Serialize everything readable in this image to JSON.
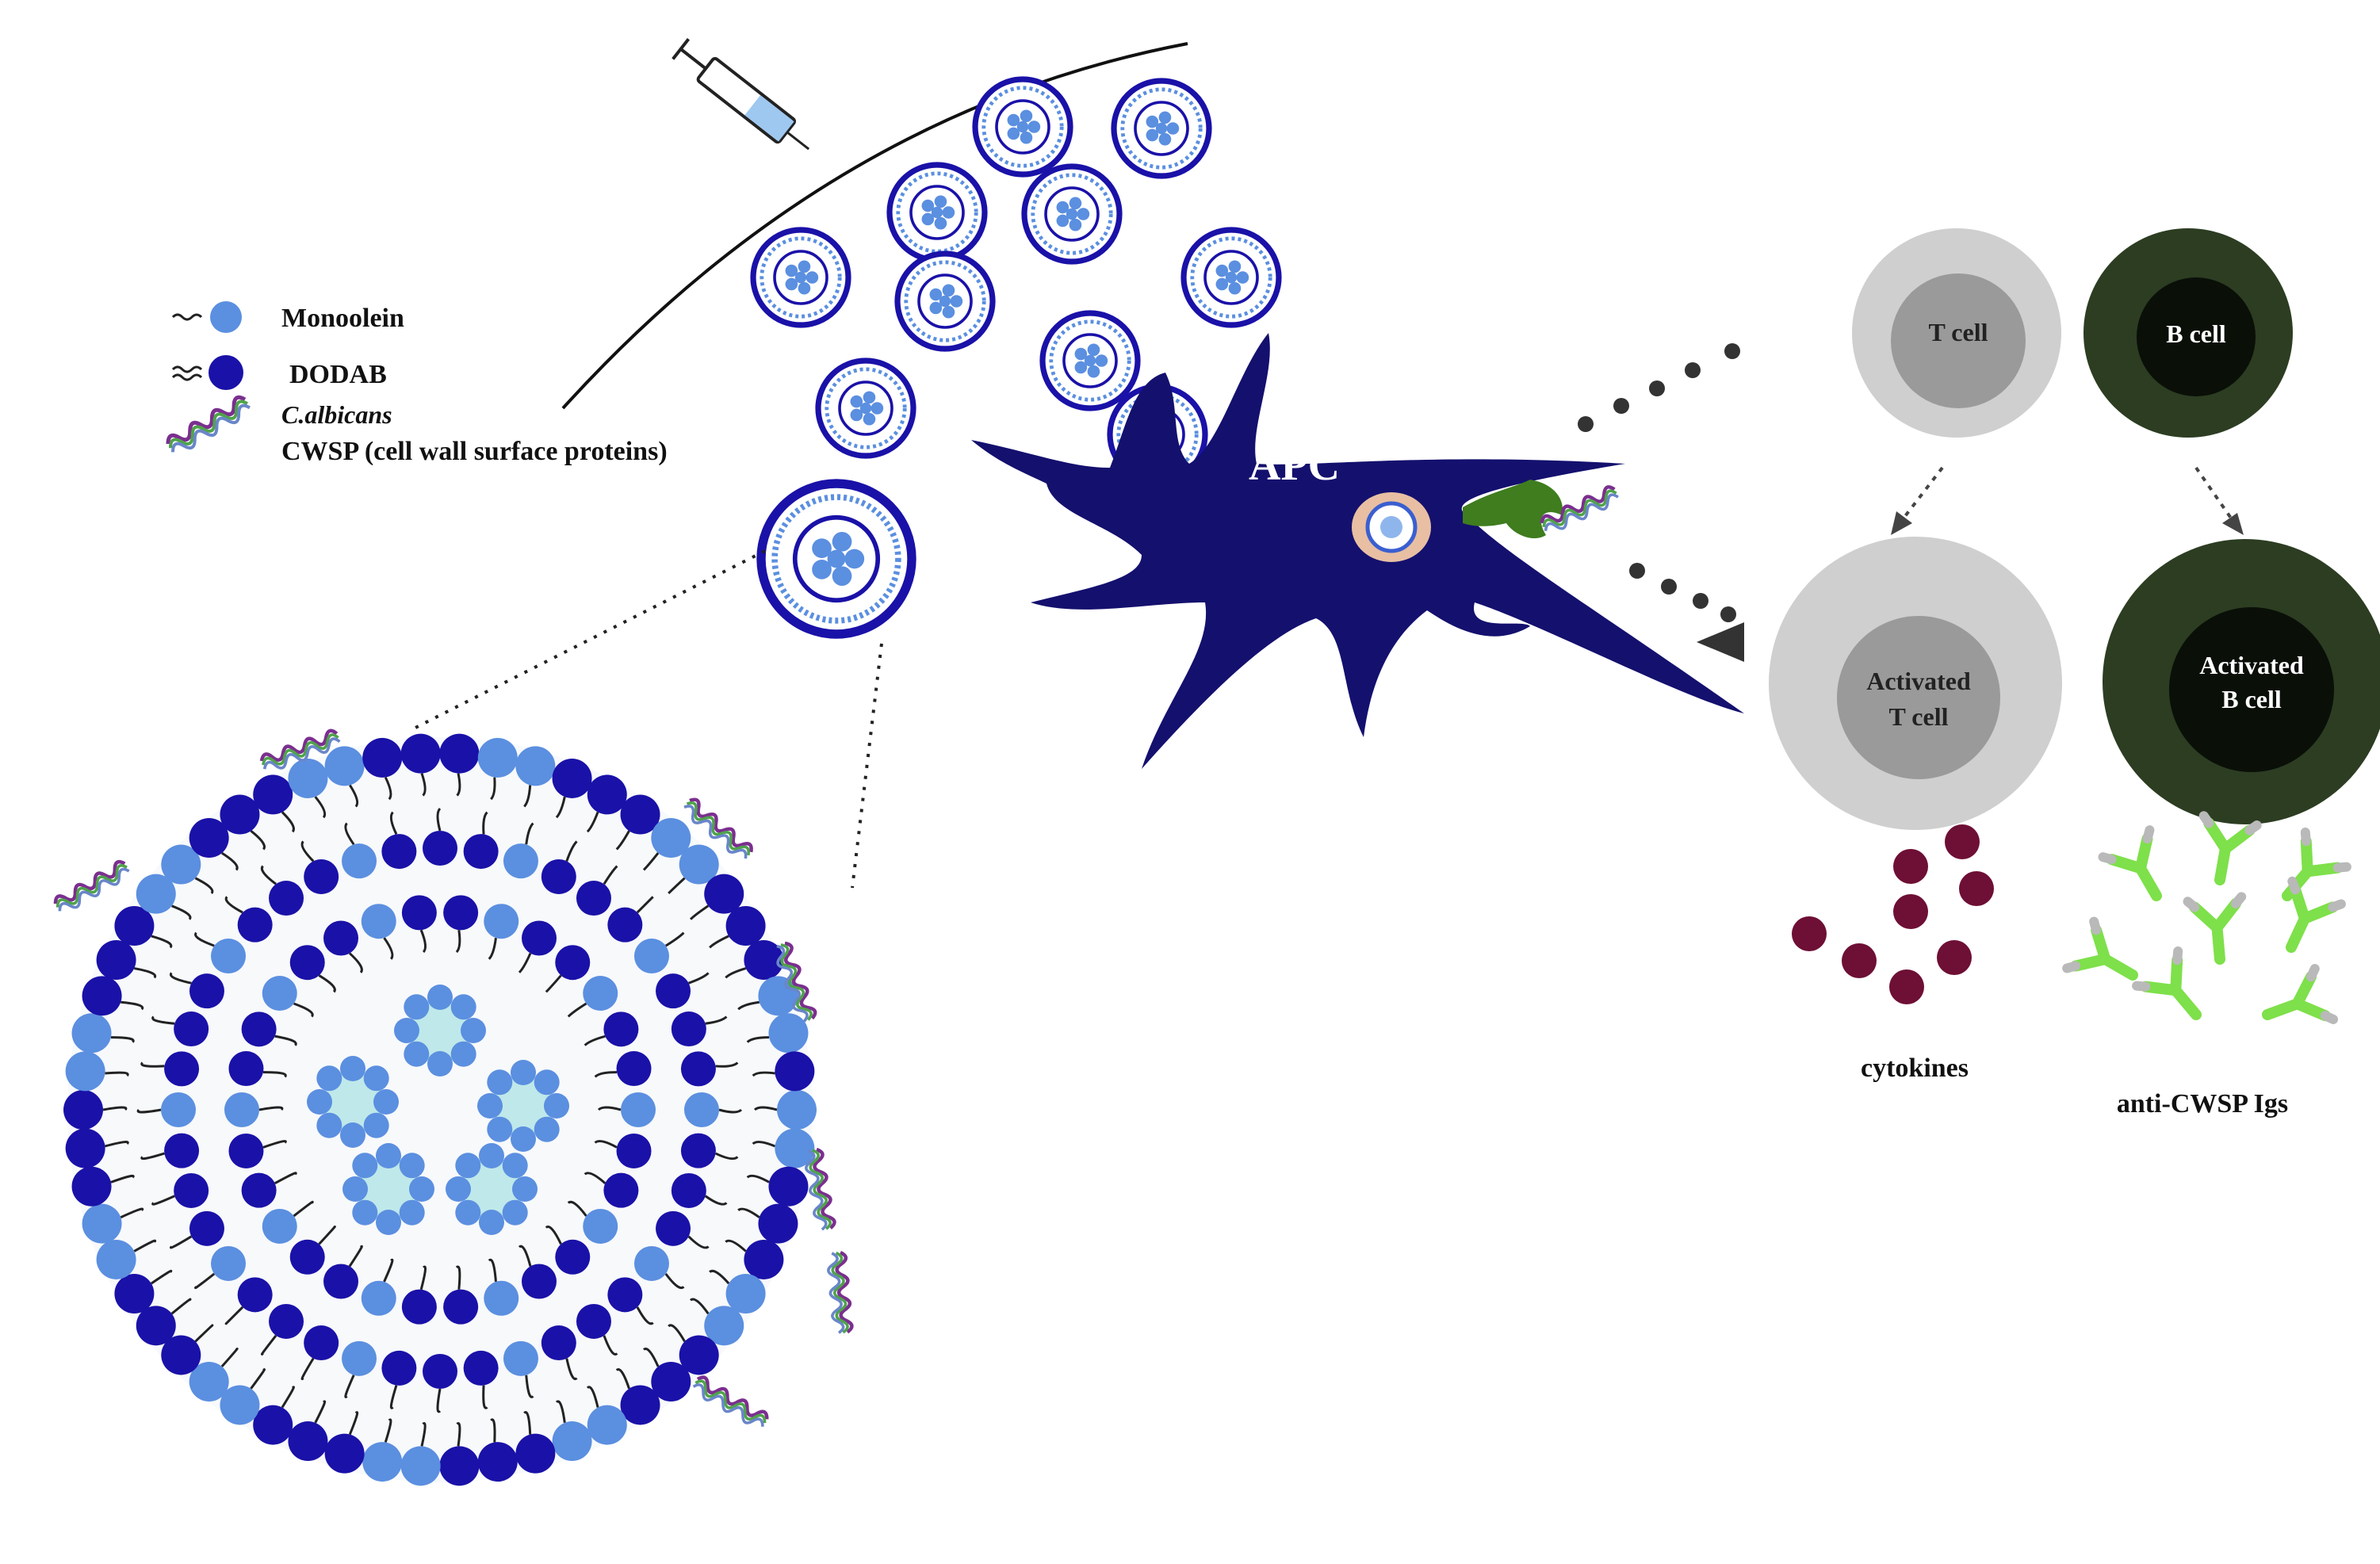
{
  "legend": {
    "monoolein": "Monoolein",
    "dodab": "DODAB",
    "species": "C.albicans",
    "cwsp": "CWSP (cell wall surface proteins)"
  },
  "apc_label": "APC",
  "cells": {
    "t_cell": "T cell",
    "b_cell": "B cell",
    "activated_t_line1": "Activated",
    "activated_t_line2": "T cell",
    "activated_b_line1": "Activated",
    "activated_b_line2": "B cell"
  },
  "outputs": {
    "cytokines": "cytokines",
    "antibodies": "anti-CWSP Igs"
  },
  "colors": {
    "monoolein": "#5b8fe0",
    "dodab": "#1a11a8",
    "apc": "#14106e",
    "t_cell_outer": "#cfcfcf",
    "t_cell_inner": "#9a9a9a",
    "b_cell_outer": "#2c3d22",
    "b_cell_inner": "#0a0f08",
    "cytokine": "#6e0f35",
    "antibody": "#7ee04a",
    "receptor": "#3f7d1f",
    "core": "#bfe8ea"
  }
}
